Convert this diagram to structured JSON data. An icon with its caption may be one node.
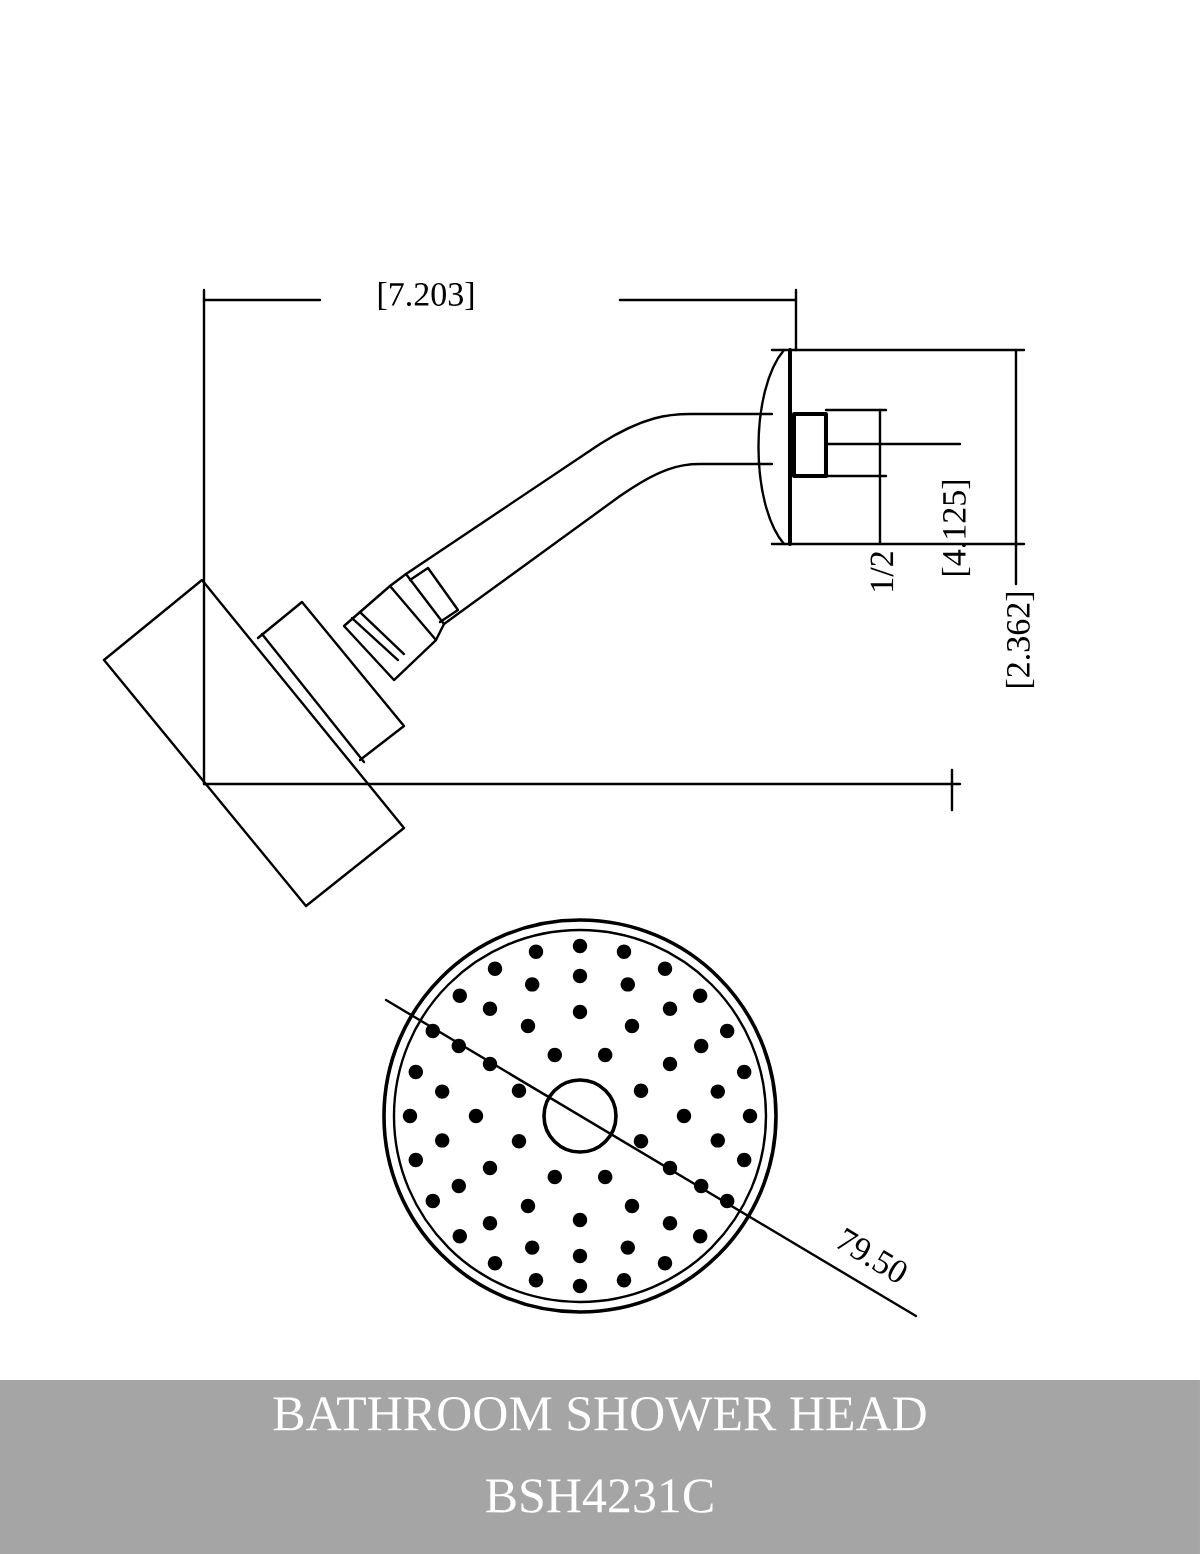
{
  "diagram": {
    "title": "BATHROOM SHOWER HEAD",
    "caption": "BSH4231C",
    "labels": [
      "[7.203]",
      "1/2",
      "[4.125]",
      "[2.362]",
      "79.50"
    ]
  }
}
